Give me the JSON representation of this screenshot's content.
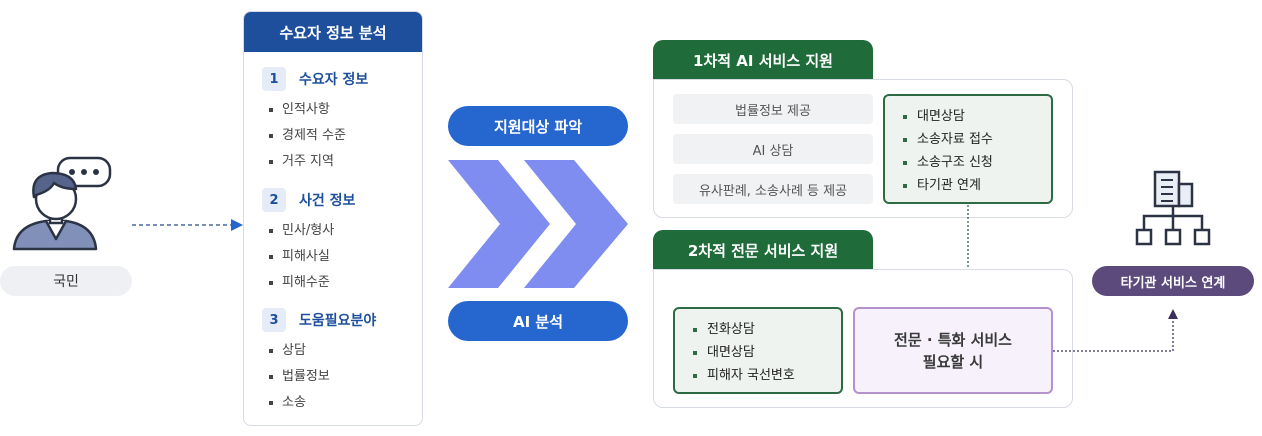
{
  "citizen": {
    "label": "국민"
  },
  "analysis_panel": {
    "title": "수요자 정보 분석",
    "sections": [
      {
        "num": "1",
        "title": "수요자 정보",
        "items": [
          "인적사항",
          "경제적 수준",
          "거주 지역"
        ]
      },
      {
        "num": "2",
        "title": "사건 정보",
        "items": [
          "민사/형사",
          "피해사실",
          "피해수준"
        ]
      },
      {
        "num": "3",
        "title": "도움필요분야",
        "items": [
          "상담",
          "법률정보",
          "소송"
        ]
      }
    ]
  },
  "center": {
    "top_label": "지원대상 파악",
    "bottom_label": "AI  분석",
    "chevron_color": "#7f8df0"
  },
  "first_service": {
    "tab": "1차적 AI 서비스 지원",
    "left_items": [
      "법률정보 제공",
      "AI 상담",
      "유사판례, 소송사례 등 제공"
    ],
    "right_items": [
      "대면상담",
      "소송자료 접수",
      "소송구조 신청",
      "타기관 연계"
    ]
  },
  "second_service": {
    "tab": "2차적 전문 서비스 지원",
    "left_items": [
      "전화상담",
      "대면상담",
      "피해자 국선변호"
    ],
    "special_line1": "전문 · 특화 서비스",
    "special_line2": "필요할 시"
  },
  "other_agency": {
    "label": "타기관 서비스 연계"
  },
  "colors": {
    "blue": "#1e4f9c",
    "pill_blue": "#2566cf",
    "green": "#1f6b3a",
    "purple": "#5c4a7d"
  }
}
